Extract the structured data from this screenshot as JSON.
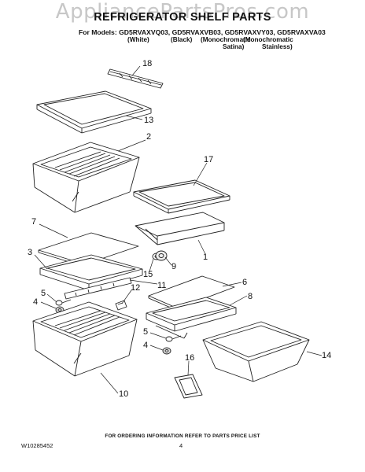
{
  "watermark": "AppliancePartsPros.com",
  "title": "REFRIGERATOR SHELF PARTS",
  "models_line": "For Models: GD5RVAXVQ03, GD5RVAXVB03, GD5RVAXVY03, GD5RVAXVA03",
  "variants": {
    "white": "(White)",
    "black": "(Black)",
    "mono1": "(Monochromatic",
    "mono2": "(Monochromatic",
    "satina": "Satina)",
    "stainless": "Stainless)"
  },
  "callouts": {
    "c18": "18",
    "c13": "13",
    "c2": "2",
    "c17": "17",
    "c7": "7",
    "c1": "1",
    "c3": "3",
    "c15": "15",
    "c9": "9",
    "c11": "11",
    "c5": "5",
    "c12": "12",
    "c4a": "4",
    "c6": "6",
    "c8": "8",
    "c5b": "5",
    "c4b": "4",
    "c14": "14",
    "c16": "16",
    "c10": "10"
  },
  "footer": {
    "note": "FOR ORDERING INFORMATION REFER TO PARTS PRICE LIST",
    "doc_number": "W10285452",
    "page": "4"
  }
}
